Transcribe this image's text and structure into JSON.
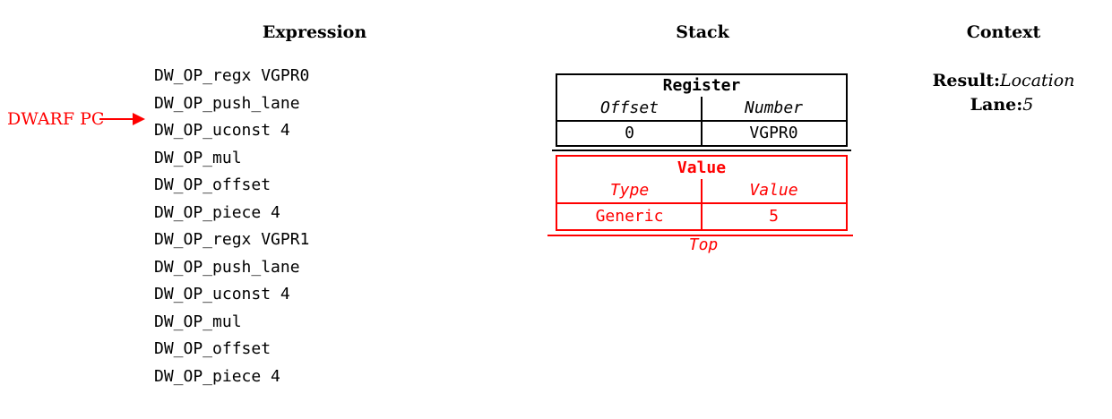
{
  "colors": {
    "accent_red": "#ff0000",
    "ink_black": "#000000",
    "background": "#ffffff"
  },
  "columns": {
    "expression": {
      "header": "Expression",
      "pc_label": "DWARF PC",
      "ops": [
        "DW_OP_regx VGPR0",
        "DW_OP_push_lane",
        "DW_OP_uconst 4",
        "DW_OP_mul",
        "DW_OP_offset",
        "DW_OP_piece 4",
        "DW_OP_regx VGPR1",
        "DW_OP_push_lane",
        "DW_OP_uconst 4",
        "DW_OP_mul",
        "DW_OP_offset",
        "DW_OP_piece 4"
      ]
    },
    "stack": {
      "header": "Stack",
      "entries": [
        {
          "kind": "Register",
          "col1_label": "Offset",
          "col2_label": "Number",
          "col1_value": "0",
          "col2_value": "VGPR0",
          "color": "#000000"
        },
        {
          "kind": "Value",
          "col1_label": "Type",
          "col2_label": "Value",
          "col1_value": "Generic",
          "col2_value": "5",
          "color": "#ff0000"
        }
      ],
      "top_label": "Top"
    },
    "context": {
      "header": "Context",
      "result_label": "Result:",
      "result_value": "Location",
      "lane_label": "Lane:",
      "lane_value": "5"
    }
  }
}
